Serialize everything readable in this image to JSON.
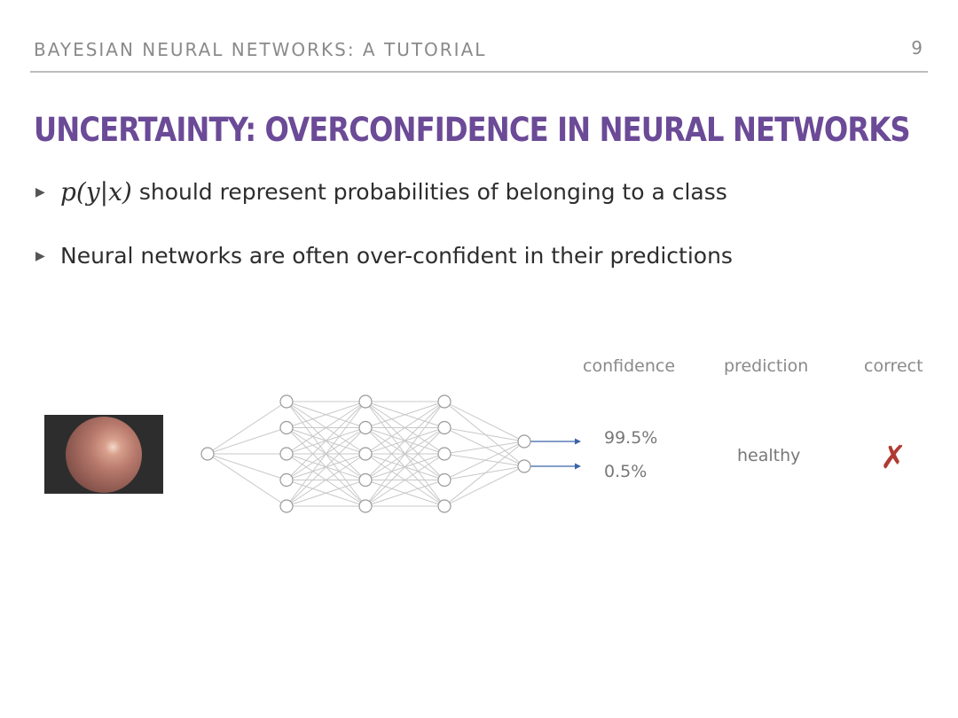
{
  "header": {
    "title": "BAYESIAN NEURAL NETWORKS: A TUTORIAL",
    "page_number": "9"
  },
  "slide": {
    "title": "UNCERTAINTY: OVERCONFIDENCE IN NEURAL NETWORKS",
    "bullets": [
      {
        "math": "p(y|x)",
        "text": "should represent probabilities of belonging to a class"
      },
      {
        "text": "Neural networks are often over-confident in their predictions"
      }
    ]
  },
  "table": {
    "headers": {
      "confidence": "confidence",
      "prediction": "prediction",
      "correct": "correct"
    },
    "confidence_values": [
      "99.5%",
      "0.5%"
    ],
    "prediction": "healthy",
    "correct_mark": "✗",
    "correct": false
  },
  "network": {
    "layer_sizes": [
      1,
      5,
      5,
      5,
      2
    ]
  },
  "colors": {
    "title": "#6b4a97",
    "header": "#8a8a8a",
    "arrow": "#3b64a8",
    "cross": "#b03a32"
  }
}
